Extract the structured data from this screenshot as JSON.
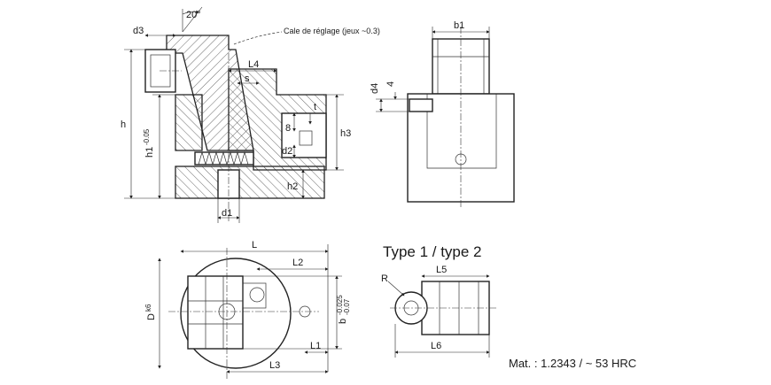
{
  "labels": {
    "angle": "20°",
    "d3": "d3",
    "shim_note": "Cale de réglage (jeux ~0.3)",
    "L4": "L4",
    "s": "s",
    "t": "t",
    "h": "h",
    "h1": "h1",
    "h1_tol": "-0.05",
    "h2": "h2",
    "h3": "h3",
    "d1": "d1",
    "d2": "d2",
    "dim_8": "8",
    "b1": "b1",
    "d4": "d4",
    "dim_4": "4",
    "L": "L",
    "L2": "L2",
    "L1": "L1",
    "L3": "L3",
    "D": "D",
    "D_tol": "k6",
    "b": "b",
    "b_tol_top": "-0.025",
    "b_tol_bot": "-0.07",
    "R": "R",
    "L5": "L5",
    "L6": "L6",
    "type_title": "Type 1 / type 2",
    "material": "Mat. : 1.2343 / ~ 53 HRC"
  }
}
